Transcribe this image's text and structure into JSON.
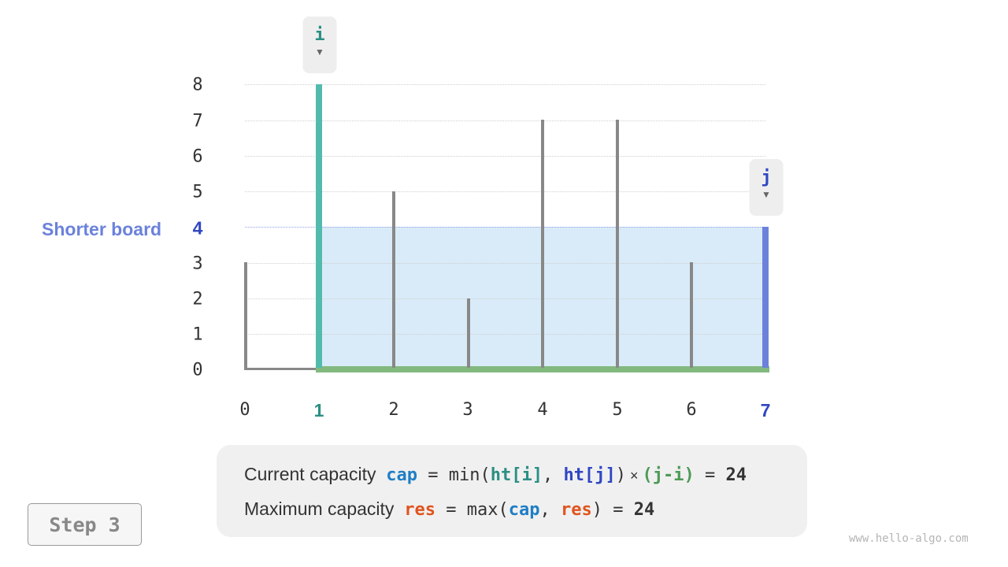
{
  "step": {
    "label": "Step 3"
  },
  "watermark": "www.hello-algo.com",
  "shorter_board": {
    "label": "Shorter board",
    "value": "4"
  },
  "pointers": {
    "i": {
      "label": "i",
      "index": 1
    },
    "j": {
      "label": "j",
      "index": 7
    }
  },
  "y_ticks": [
    "0",
    "1",
    "2",
    "3",
    "4",
    "5",
    "6",
    "7",
    "8"
  ],
  "x_ticks": [
    "0",
    "1",
    "2",
    "3",
    "4",
    "5",
    "6",
    "7"
  ],
  "formula": {
    "row1": {
      "prefix": "Current capacity",
      "var": "cap",
      "eq": " = ",
      "fn_open": "min(",
      "arg1": "ht[i]",
      "comma": ", ",
      "arg2": "ht[j]",
      "fn_close": ")",
      "times": " × ",
      "width": "(j-i)",
      "eq2": " = ",
      "result": "24"
    },
    "row2": {
      "prefix": "Maximum capacity",
      "var": "res",
      "eq": " = ",
      "fn_open": "max(",
      "arg1": "cap",
      "comma": ", ",
      "arg2": "res",
      "fn_close": ")",
      "eq2": " = ",
      "result": "24"
    }
  },
  "colors": {
    "i": "#52bbad",
    "j": "#6b82db",
    "water": "#d9ebf8",
    "width_line": "#82b97f",
    "board": "#888888",
    "cap": "#1f7ec5",
    "res": "#e0541f"
  },
  "chart_data": {
    "type": "bar",
    "title": "",
    "categories": [
      "0",
      "1",
      "2",
      "3",
      "4",
      "5",
      "6",
      "7"
    ],
    "values": [
      3,
      8,
      5,
      2,
      7,
      7,
      3,
      4
    ],
    "xlabel": "",
    "ylabel": "",
    "ylim": [
      0,
      8
    ],
    "pointer_i": 1,
    "pointer_j": 7,
    "water_level": 4,
    "capacity": 24,
    "max_capacity": 24,
    "annotations": [
      "Shorter board 4"
    ]
  }
}
